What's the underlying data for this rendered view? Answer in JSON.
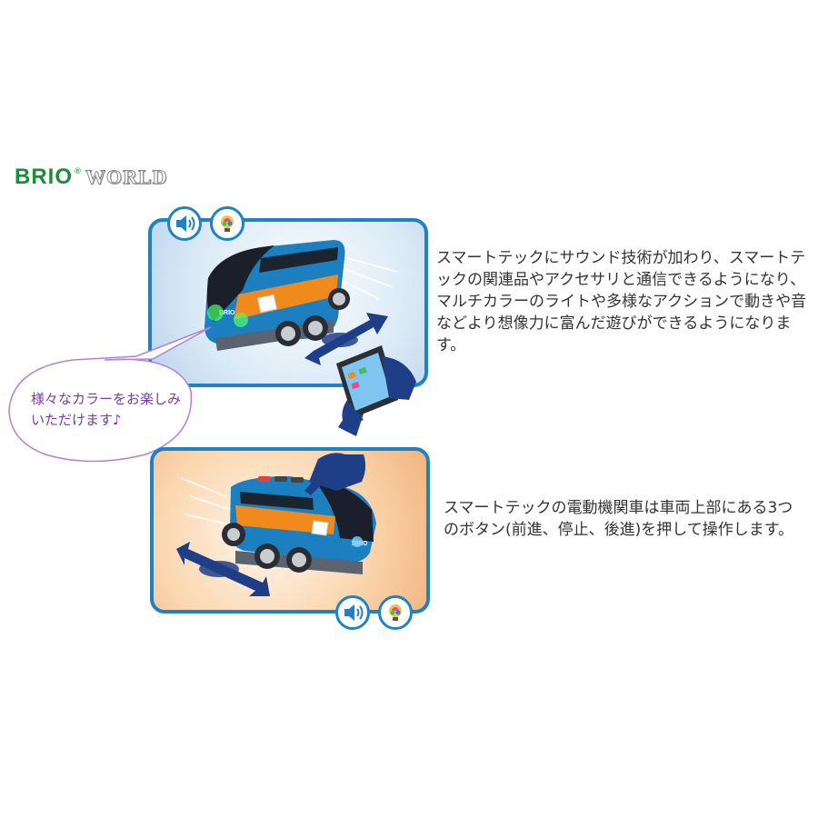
{
  "logo": {
    "brand": "BRIO",
    "registered": "®",
    "world": "WORLD"
  },
  "panels": {
    "top": {
      "icons": [
        "speaker-icon",
        "color-bulb-icon"
      ],
      "train_badge": "BRIO"
    },
    "bottom": {
      "icons": [
        "speaker-icon",
        "color-bulb-icon"
      ],
      "train_badge": "BRIO"
    }
  },
  "bubble": {
    "text": "様々なカラーをお楽しみいただけます♪"
  },
  "descriptions": {
    "first": "スマートテックにサウンド技術が加わり、スマートテックの関連品やアクセサリと通信できるようになり、マルチカラーのライトや多様なアクションで動きや音などより想像力に富んだ遊びができるようになります。",
    "second": "スマートテックの電動機関車は車両上部にある3つのボタン(前進、停止、後進)を押して操作します。"
  },
  "colors": {
    "brand_green": "#1e8a3c",
    "panel_border": "#1f82c4",
    "bubble_purple": "#b380d6",
    "train_blue": "#1c7fc0",
    "train_orange": "#f08a1c"
  }
}
